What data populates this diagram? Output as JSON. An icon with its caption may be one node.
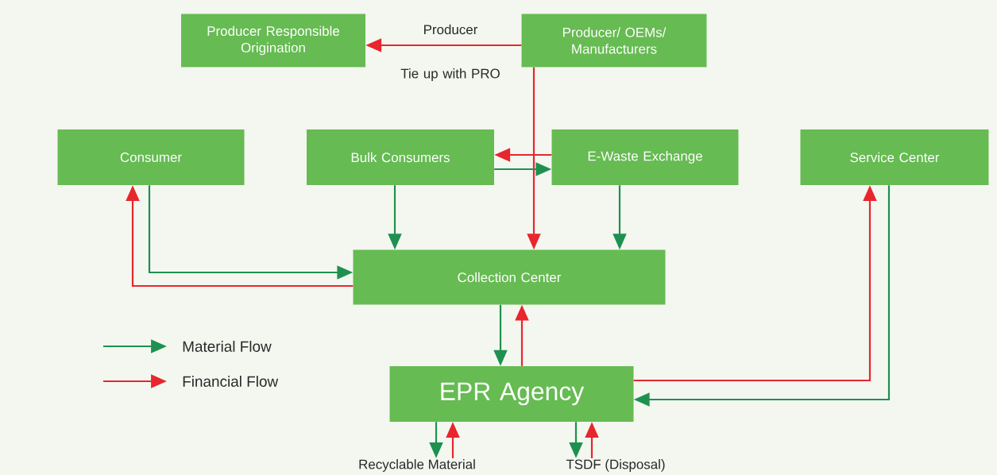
{
  "diagram": {
    "nodes": [
      {
        "text": [
          "Producer Responsible Origination"
        ]
      },
      {
        "text": [
          "Producer/ OEMs/ Manufacturers"
        ]
      },
      {
        "text": [
          "Consumer"
        ]
      },
      {
        "text": [
          "Bulk Consumers"
        ]
      },
      {
        "text": [
          "E-Waste Exchange"
        ]
      },
      {
        "text": [
          "Service Center"
        ]
      },
      {
        "text": [
          "Collection Center"
        ]
      },
      {
        "text": [
          "EPR Agency"
        ]
      },
      {
        "text": [
          "Recyclable Material"
        ]
      },
      {
        "text": [
          "TSDF (Disposal)"
        ]
      }
    ],
    "edges": [
      {
        "from": 1,
        "to": 0,
        "arrow": "to",
        "label": "Producer",
        "color": "#e8262d"
      },
      {
        "from": 1,
        "to": 6,
        "arrow": "to",
        "color": "#e8262d"
      },
      {
        "from": 4,
        "to": 3,
        "arrow": "to",
        "color": "#e8262d"
      },
      {
        "from": 3,
        "to": 4,
        "arrow": "to",
        "color": "#1e9150"
      },
      {
        "from": 3,
        "to": 6,
        "arrow": "to",
        "color": "#1e9150"
      },
      {
        "from": 4,
        "to": 6,
        "arrow": "to",
        "color": "#1e9150"
      },
      {
        "from": 2,
        "to": 6,
        "arrow": "to",
        "color": "#1e9150"
      },
      {
        "from": 6,
        "to": 2,
        "arrow": "to",
        "color": "#e8262d"
      },
      {
        "from": 6,
        "to": 7,
        "arrow": "to",
        "color": "#1e9150"
      },
      {
        "from": 7,
        "to": 6,
        "arrow": "to",
        "color": "#e8262d"
      },
      {
        "from": 7,
        "to": 5,
        "arrow": "to",
        "color": "#e8262d"
      },
      {
        "from": 5,
        "to": 7,
        "arrow": "to",
        "color": "#1e9150"
      },
      {
        "from": 7,
        "to": 8,
        "arrow": "to",
        "color": "#1e9150"
      },
      {
        "from": 8,
        "to": 7,
        "arrow": "to",
        "color": "#e8262d"
      },
      {
        "from": 7,
        "to": 9,
        "arrow": "to",
        "color": "#1e9150"
      },
      {
        "from": 9,
        "to": 7,
        "arrow": "to",
        "color": "#e8262d"
      }
    ],
    "labels": [
      "Tie up with PRO"
    ],
    "legend": [
      {
        "text": "Material Flow"
      },
      {
        "text": "Financial Flow"
      }
    ]
  }
}
